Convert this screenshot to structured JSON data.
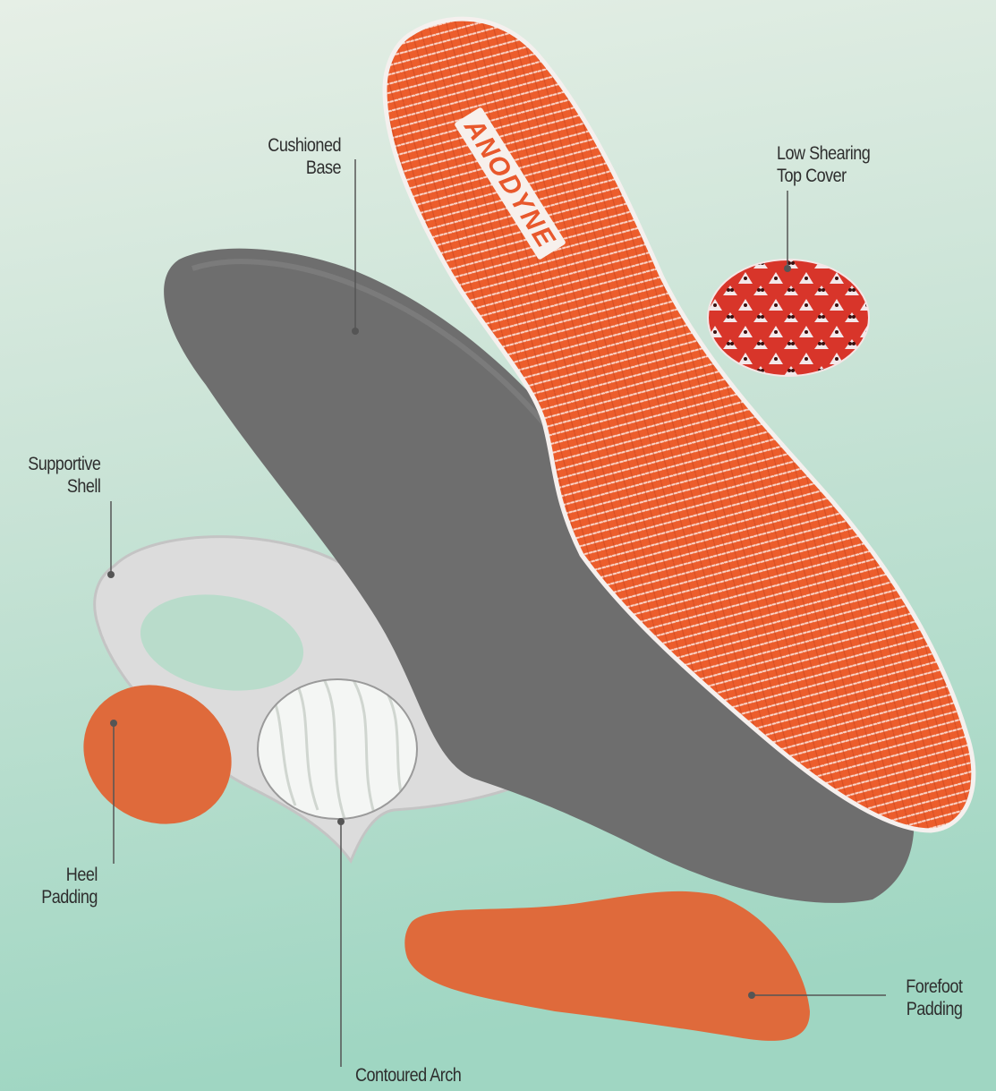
{
  "brand": {
    "logo_text": "ANODYNE",
    "accent": "#e8582c",
    "shell_color": "#d9d9d9",
    "base_color": "#6f6f6f",
    "padding_color": "#e06a3c",
    "background_top": "#e4eee4",
    "background_bottom": "#9ed6c2"
  },
  "callouts": {
    "cushioned_base": {
      "line1": "Cushioned",
      "line2": "Base"
    },
    "top_cover": {
      "line1": "Low Shearing",
      "line2": "Top Cover"
    },
    "supportive_shell": {
      "line1": "Supportive",
      "line2": "Shell"
    },
    "heel_padding": {
      "line1": "Heel",
      "line2": "Padding"
    },
    "forefoot_padding": {
      "line1": "Forefoot",
      "line2": "Padding"
    },
    "contoured_arch": {
      "line1": "Contoured Arch"
    }
  }
}
